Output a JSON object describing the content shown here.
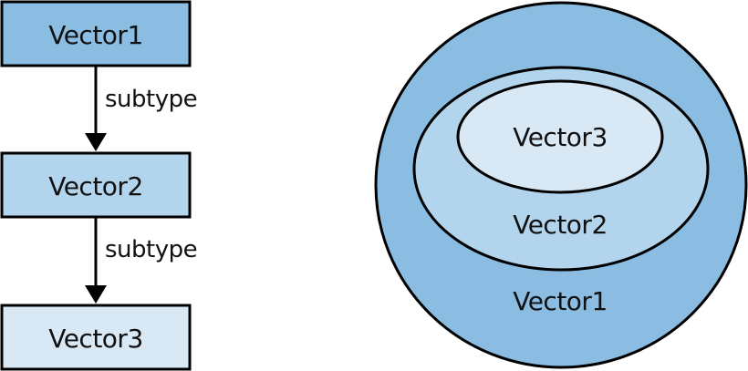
{
  "colors": {
    "level1": "#8bbde2",
    "level2": "#b2d4ec",
    "level3": "#d9e8f5",
    "stroke": "#000000"
  },
  "hierarchy": {
    "nodes": [
      {
        "id": "v1",
        "label": "Vector1"
      },
      {
        "id": "v2",
        "label": "Vector2"
      },
      {
        "id": "v3",
        "label": "Vector3"
      }
    ],
    "edges": [
      {
        "from": "v1",
        "to": "v2",
        "label": "subtype"
      },
      {
        "from": "v2",
        "to": "v3",
        "label": "subtype"
      }
    ]
  },
  "nested_sets": {
    "outer": {
      "label": "Vector1"
    },
    "middle": {
      "label": "Vector2"
    },
    "inner": {
      "label": "Vector3"
    }
  }
}
